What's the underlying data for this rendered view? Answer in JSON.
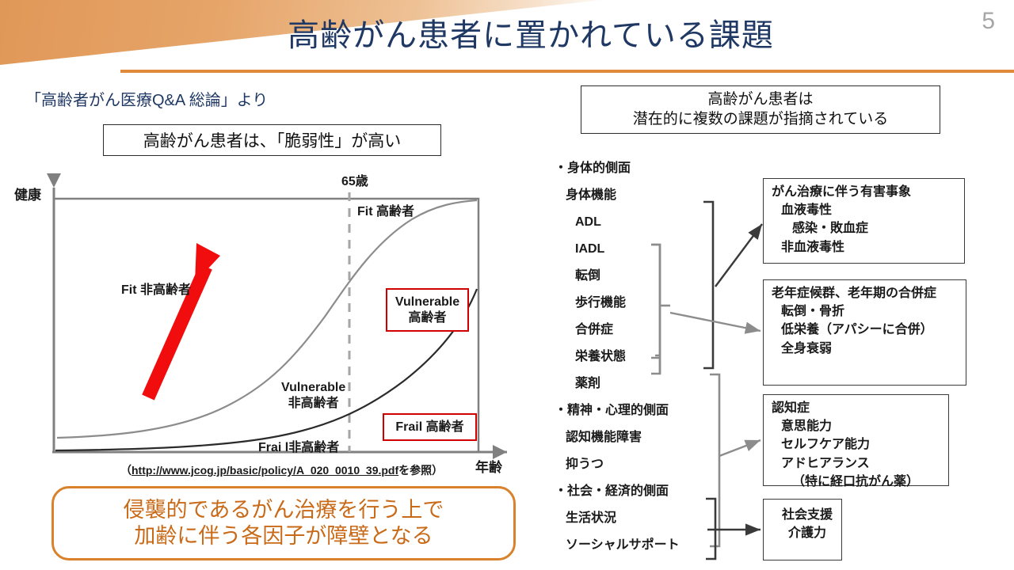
{
  "header": {
    "title": "高齢がん患者に置かれている課題",
    "page_number": "5",
    "accent_color": "#e08a3c",
    "title_color": "#1f3864"
  },
  "left": {
    "source_note": "「高齢者がん医療Q&A 総論」より",
    "callout": "高齢がん患者は、「脆弱性」が高い",
    "citation_prefix": "（",
    "citation_url": "http://www.jcog.jp/basic/policy/A_020_0010_39.pdf",
    "citation_suffix": "を参照）",
    "conclusion_line1": "侵襲的であるがん治療を行う上で",
    "conclusion_line2": "加齢に伴う各因子が障壁となる",
    "conclusion_color": "#c96a18"
  },
  "chart_data": {
    "type": "line",
    "title": "",
    "xlabel": "年齢",
    "ylabel": "健康",
    "grid": false,
    "legend": "inline-annotations",
    "annotations": [
      {
        "text": "65歳",
        "kind": "threshold-label"
      },
      {
        "text": "Fit 高齢者",
        "kind": "region-label"
      },
      {
        "text": "Fit 非高齢者",
        "kind": "region-label"
      },
      {
        "text": "Vulnerable\n非高齢者",
        "kind": "region-label"
      },
      {
        "text": "Frail非高齢者",
        "kind": "region-label"
      },
      {
        "text": "Vulnerable 高齢者",
        "kind": "highlight-box",
        "color": "#d00000"
      },
      {
        "text": "Frail 高齢者",
        "kind": "highlight-box",
        "color": "#d00000"
      }
    ],
    "threshold_x_label": "65歳",
    "region_labels": {
      "fit_elderly": "Fit 高齢者",
      "fit_nonelderly": "Fit 非高齢者",
      "vulnerable_nonelderly_l1": "Vulnerable",
      "vulnerable_nonelderly_l2": "非高齢者",
      "frail_nonelderly": "Frai l非高齢者",
      "vulnerable_elderly_l1": "Vulnerable",
      "vulnerable_elderly_l2": "高齢者",
      "frail_elderly": "Frail 高齢者"
    },
    "series": [
      {
        "name": "Vulnerable boundary",
        "color": "#8c8c8c",
        "x": [
          0,
          10,
          20,
          30,
          40,
          50,
          60,
          65,
          70,
          80,
          90,
          100
        ],
        "y": [
          4,
          4.5,
          5.5,
          7,
          10,
          16,
          28,
          38,
          50,
          72,
          88,
          95
        ]
      },
      {
        "name": "Frail boundary",
        "color": "#2b2b2b",
        "x": [
          0,
          10,
          20,
          30,
          40,
          50,
          60,
          65,
          70,
          80,
          90,
          100
        ],
        "y": [
          1,
          1.2,
          1.6,
          2.2,
          3.2,
          5,
          8,
          10,
          13,
          22,
          36,
          52
        ]
      }
    ],
    "arrow": {
      "color": "#f10d0d",
      "direction": "up-right",
      "meaning": "increasing vulnerability with age"
    }
  },
  "right": {
    "header_line1": "高齢がん患者は",
    "header_line2": "潜在的に複数の課題が指摘されている",
    "items": [
      {
        "label": "・身体的側面",
        "indent": 0
      },
      {
        "label": "身体機能",
        "indent": 1
      },
      {
        "label": "ADL",
        "indent": 2
      },
      {
        "label": "IADL",
        "indent": 2
      },
      {
        "label": "転倒",
        "indent": 2
      },
      {
        "label": "歩行機能",
        "indent": 2
      },
      {
        "label": "合併症",
        "indent": 2
      },
      {
        "label": "栄養状態",
        "indent": 2
      },
      {
        "label": "薬剤",
        "indent": 2
      },
      {
        "label": "・精神・心理的側面",
        "indent": 0
      },
      {
        "label": "認知機能障害",
        "indent": 1
      },
      {
        "label": "抑うつ",
        "indent": 1
      },
      {
        "label": "・社会・経済的側面",
        "indent": 0
      },
      {
        "label": "生活状況",
        "indent": 1
      },
      {
        "label": "ソーシャルサポート",
        "indent": 1
      }
    ],
    "outcome_boxes": [
      {
        "lines": [
          {
            "text": "がん治療に伴う有害事象",
            "indent": 0
          },
          {
            "text": "血液毒性",
            "indent": 1
          },
          {
            "text": "感染・敗血症",
            "indent": 2
          },
          {
            "text": "非血液毒性",
            "indent": 1
          }
        ]
      },
      {
        "lines": [
          {
            "text": "老年症候群、老年期の合併症",
            "indent": 0
          },
          {
            "text": "転倒・骨折",
            "indent": 1
          },
          {
            "text": "低栄養（アパシーに合併）",
            "indent": 1
          },
          {
            "text": "全身衰弱",
            "indent": 1
          }
        ]
      },
      {
        "lines": [
          {
            "text": "認知症",
            "indent": 0
          },
          {
            "text": "意思能力",
            "indent": 1
          },
          {
            "text": "セルフケア能力",
            "indent": 1
          },
          {
            "text": "アドヒアランス",
            "indent": 1
          },
          {
            "text": "（特に経口抗がん薬）",
            "indent": 2
          }
        ]
      },
      {
        "lines": [
          {
            "text": "社会支援",
            "indent": 1,
            "center": true
          },
          {
            "text": "介護力",
            "indent": 1,
            "center": true
          }
        ]
      }
    ]
  }
}
